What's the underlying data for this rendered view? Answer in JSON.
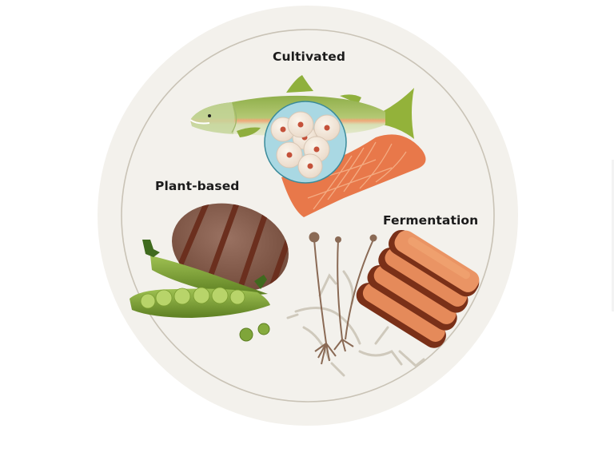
{
  "figure": {
    "type": "illustration",
    "subject": "Alternative protein production methods on a plate",
    "plate": {
      "fill_color": "#f3f1ec",
      "ring_color": "#c9c3b6"
    },
    "sections": [
      {
        "label": "Cultivated",
        "icons": [
          "salmon-fish",
          "cell-culture-dish",
          "salmon-fillet"
        ],
        "colors": {
          "fish": "#9bb85a",
          "cells_bg": "#a9d8e3",
          "fillet": "#e87a4a"
        }
      },
      {
        "label": "Plant-based",
        "icons": [
          "grilled-patty",
          "pea-pods",
          "peas"
        ],
        "colors": {
          "patty": "#7b5444",
          "grill_marks": "#6b2f1e",
          "peas": "#7fa53a"
        }
      },
      {
        "label": "Fermentation",
        "icons": [
          "mycelium-fungus",
          "sliced-loaf"
        ],
        "colors": {
          "fungus": "#8a6a55",
          "mycelium": "#cfc9bc",
          "slices": "#e58a5a",
          "crust": "#7a3018"
        }
      }
    ]
  }
}
